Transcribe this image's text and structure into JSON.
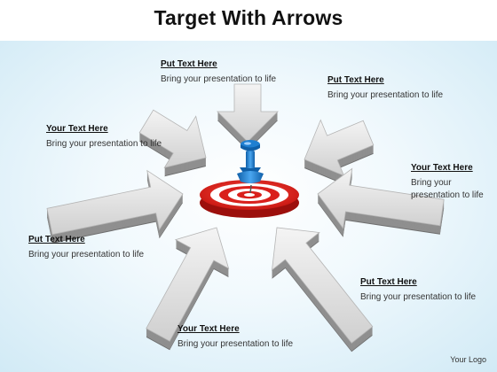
{
  "title": "Target With Arrows",
  "logo": "Your Logo",
  "labels": [
    {
      "heading": "Put Text Here",
      "body": "Bring your presentation to life"
    },
    {
      "heading": "Put Text Here",
      "body": "Bring your presentation to life"
    },
    {
      "heading": "Your Text Here",
      "body": "Bring your presentation to life"
    },
    {
      "heading": "Your Text Here",
      "body": "Bring your presentation to life"
    },
    {
      "heading": "Put Text Here",
      "body": "Bring your presentation to life"
    },
    {
      "heading": "Put Text Here",
      "body": "Bring your presentation to life"
    },
    {
      "heading": "Your Text Here",
      "body": "Bring your presentation to life"
    }
  ],
  "colors": {
    "arrow": "#dcdcdc",
    "arrow_side": "#8f8f8f",
    "target_red": "#d9201c",
    "pin_blue": "#1f7fd1"
  },
  "icons": {
    "target": "bullseye-icon",
    "pin": "pushpin-icon",
    "arrows": "arrow-icon"
  }
}
